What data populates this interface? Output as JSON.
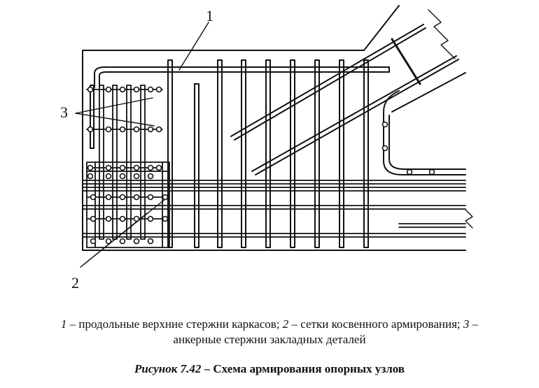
{
  "labels": {
    "one": "1",
    "two": "2",
    "three": "3"
  },
  "legend": {
    "n1": "1",
    "t1": " – продольные верхние стержни каркасов; ",
    "n2": "2",
    "t2": " – сетки косвенного армирования; ",
    "n3": "3",
    "t3": " –",
    "line2": "анкерные стержни закладных деталей"
  },
  "figure": {
    "number": "Рисунок 7.42",
    "title": " – Схема армирования опорных узлов"
  }
}
